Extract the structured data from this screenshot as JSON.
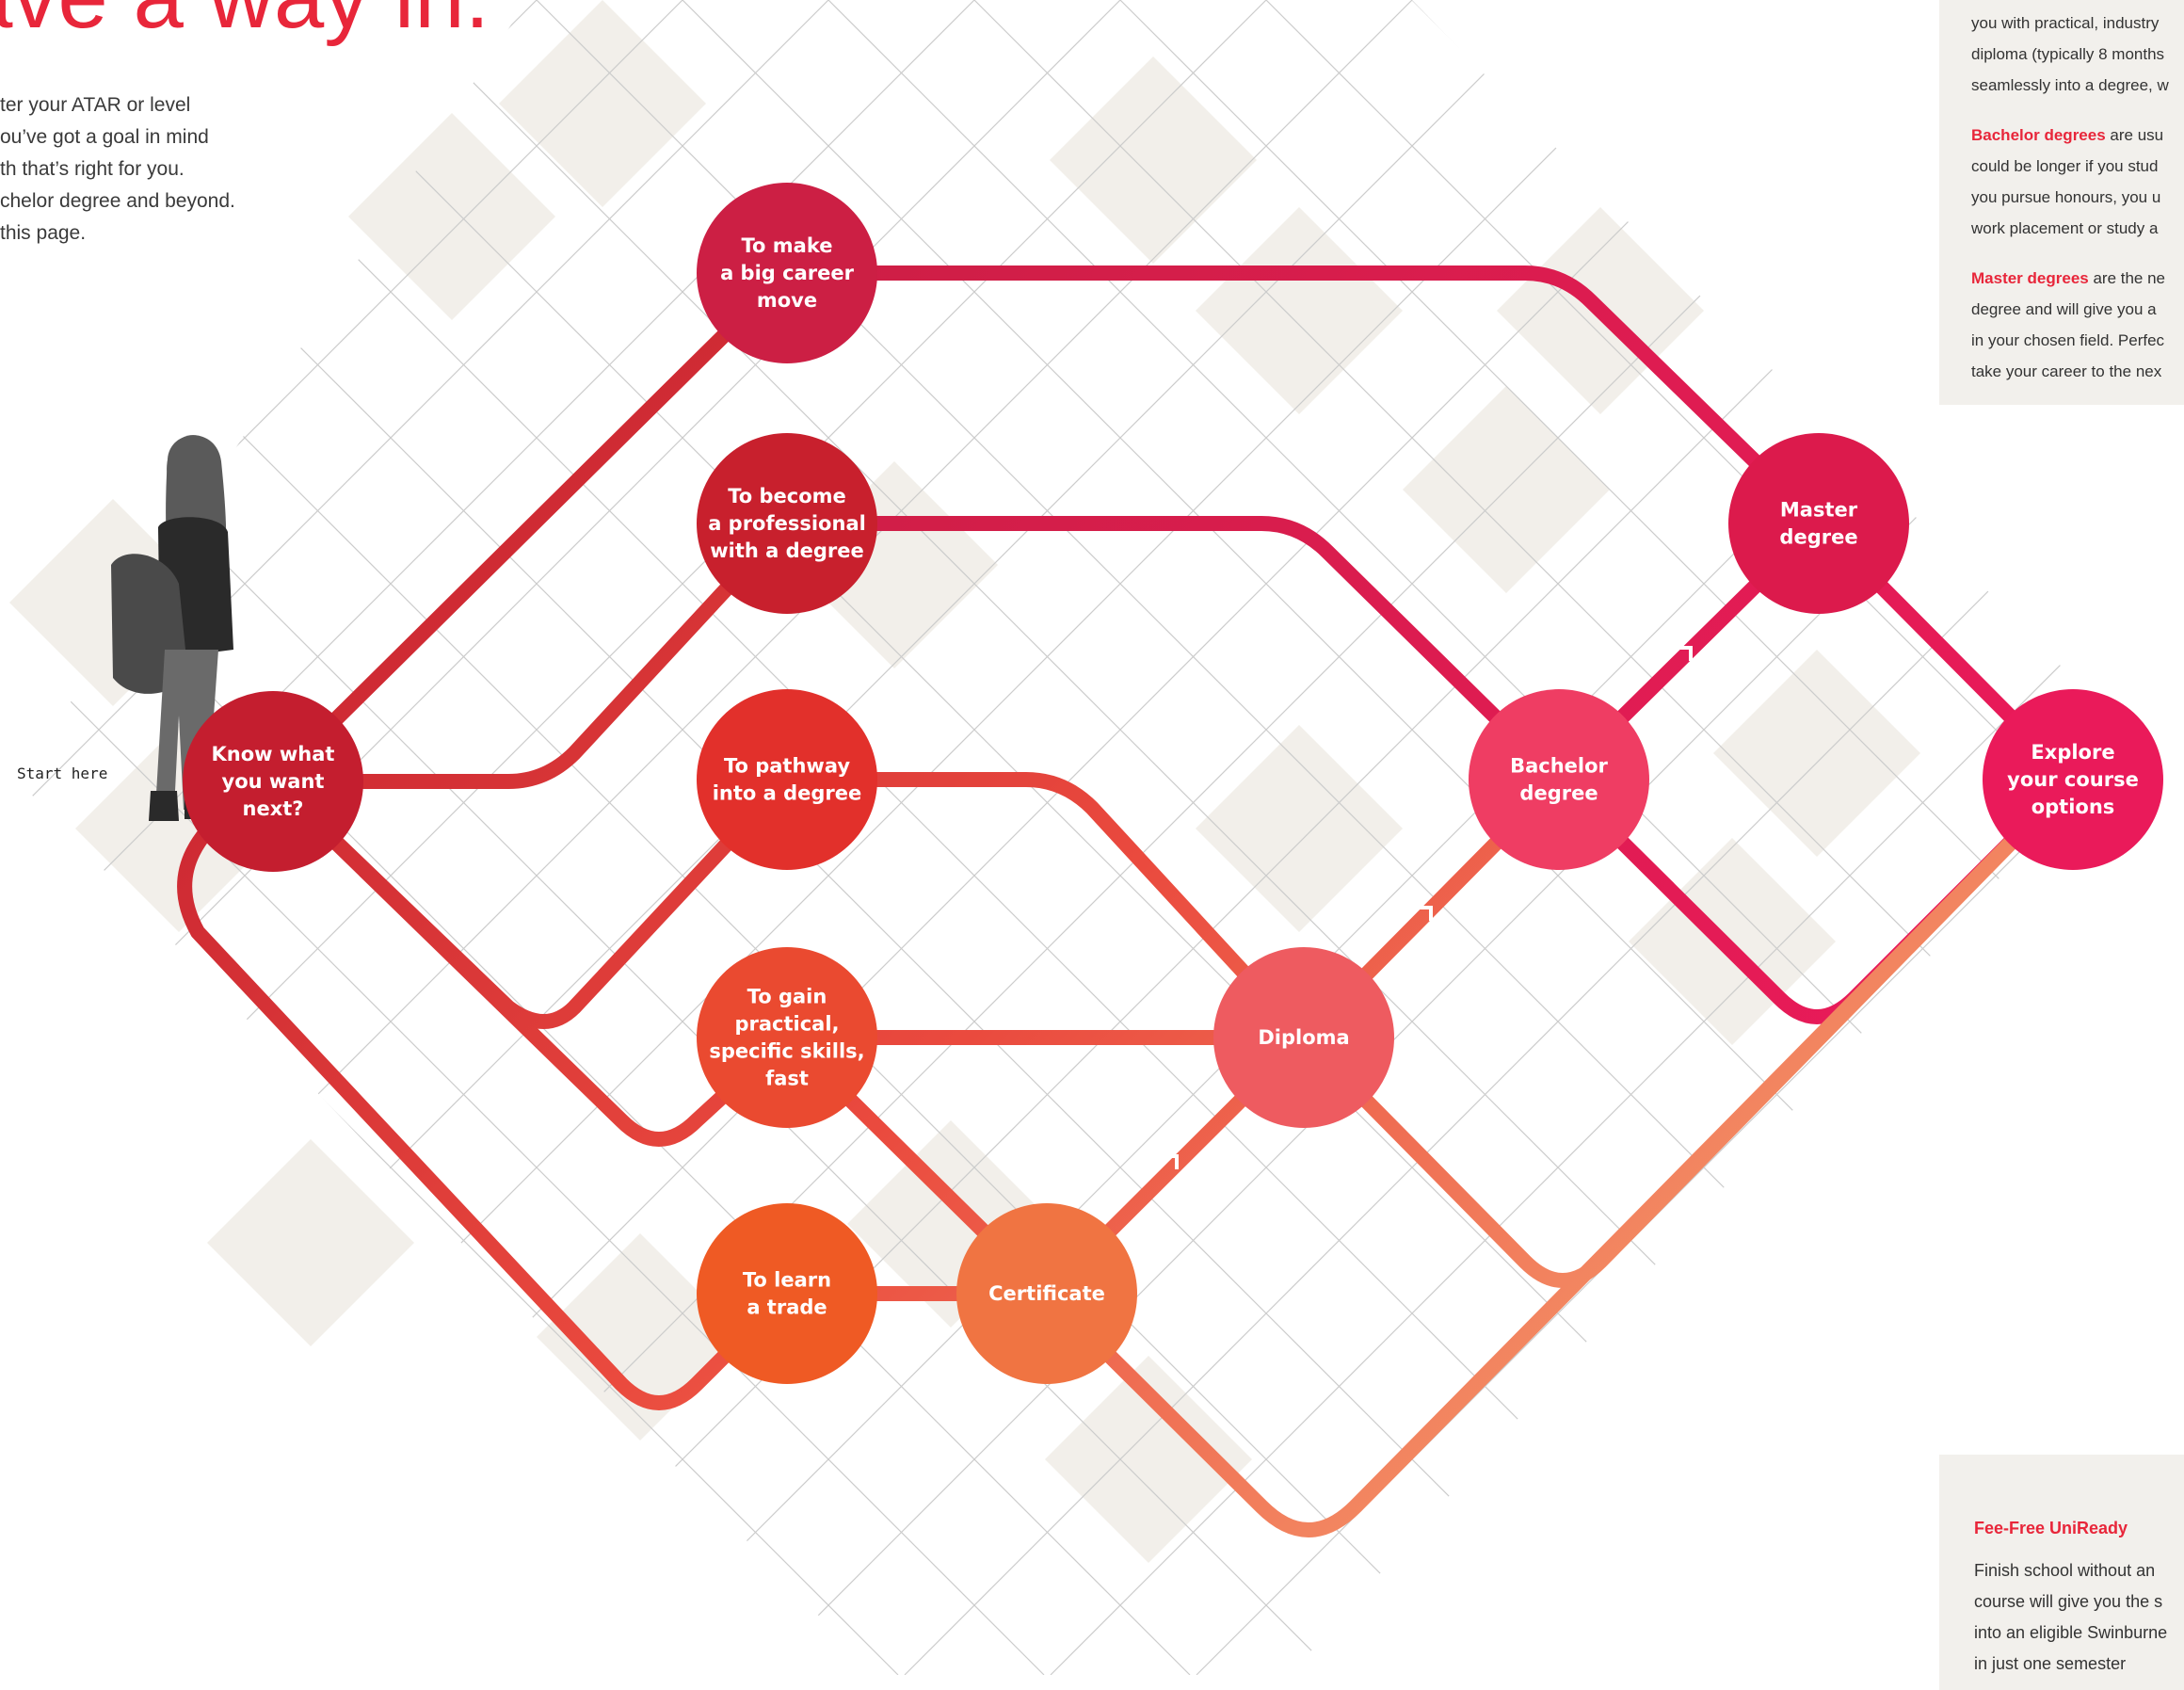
{
  "headline": "ave a way in.",
  "intro_lines": [
    "ter your ATAR or level",
    "ou’ve got a goal in mind",
    "th that’s right for you.",
    "chelor degree and beyond.",
    "this page."
  ],
  "start_label": "Start here",
  "nodes": {
    "know": {
      "lines": [
        "Know what",
        "you want",
        "next?"
      ],
      "color": "#c41e2f"
    },
    "career": {
      "lines": [
        "To make",
        "a big career",
        "move"
      ],
      "color": "#cc1f44"
    },
    "professional": {
      "lines": [
        "To become",
        "a professional",
        "with a degree"
      ],
      "color": "#c8202d"
    },
    "pathway": {
      "lines": [
        "To pathway",
        "into a degree"
      ],
      "color": "#e2302b"
    },
    "skills": {
      "lines": [
        "To gain",
        "practical,",
        "specific skills,",
        "fast"
      ],
      "color": "#ea4a30"
    },
    "trade": {
      "lines": [
        "To learn",
        "a trade"
      ],
      "color": "#ef5a24"
    },
    "certificate": {
      "lines": [
        "Certificate"
      ],
      "color": "#f07442"
    },
    "diploma": {
      "lines": [
        "Diploma"
      ],
      "color": "#ee5b60"
    },
    "bachelor": {
      "lines": [
        "Bachelor",
        "degree"
      ],
      "color": "#ef3d63"
    },
    "master": {
      "lines": [
        "Master",
        "degree"
      ],
      "color": "#dc1a4c"
    },
    "explore": {
      "lines": [
        "Explore",
        "your course",
        "options"
      ],
      "color": "#ea1a5a"
    }
  },
  "info_panel": {
    "line1": "you with practical, industry",
    "line2": "diploma (typically 8 months",
    "line3": "seamlessly into a degree, w",
    "bachelor_keyword": "Bachelor degrees",
    "bachelor_rest": " are usu",
    "bachelor_line2": "could be longer if you stud",
    "bachelor_line3": "you pursue honours, you u",
    "bachelor_line4": "work placement or study a",
    "master_keyword": "Master degrees",
    "master_rest": " are the ne",
    "master_line2": "degree and will give you a",
    "master_line3": "in your chosen field. Perfec",
    "master_line4": "take your career to the nex"
  },
  "uniready_panel": {
    "title": "Fee-Free UniReady",
    "lines": [
      "Finish school without an",
      "course will give you the s",
      "into an eligible Swinburne",
      "in just one semester"
    ]
  },
  "colors": {
    "accent_red": "#e8263a",
    "panel_bg": "#f2f0ec",
    "grid_line": "#cccccc",
    "grid_tile": "#f2efea"
  }
}
